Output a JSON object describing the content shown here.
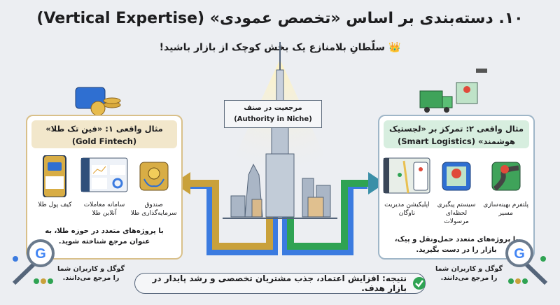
{
  "title": "۱۰. دسته‌بندی بر اساس «تخصص عمودی» (Vertical Expertise)",
  "subtitle": "سلّطانِ بلامنازع یک بخش کوچک از بازار باشید!",
  "subtitle_icon": "crown-icon",
  "center": {
    "label_fa": "مرجعیت در صنف",
    "label_en": "(Authority in Niche)"
  },
  "left_card": {
    "title_line1": "مثال واقعی ۱: «فین تک طلا»",
    "title_line2": "(Gold Fintech)",
    "items": [
      {
        "label": "صندوق سرمایه‌گذاری طلا",
        "icon": "hands-coin-icon"
      },
      {
        "label": "سامانه معاملات آنلاین طلا",
        "icon": "dashboard-icon"
      },
      {
        "label": "کیف پول طلا",
        "icon": "mobile-wallet-icon"
      }
    ],
    "footer": "با پروژه‌های متعدد در حوزه طلا، به عنوان مرجع شناخته شوید."
  },
  "right_card": {
    "title_line1": "مثال واقعی ۲: تمرکز بر «لجستیک",
    "title_line2": "هوشمند» (Smart Logistics)",
    "items": [
      {
        "label": "پلتفرم بهینه‌سازی مسیر",
        "icon": "road-pin-icon"
      },
      {
        "label": "سیستم پیگیری لحظه‌ای مرسولات",
        "icon": "map-pin-icon"
      },
      {
        "label": "اپلیکیشن مدیریت ناوگان",
        "icon": "fleet-app-icon"
      }
    ],
    "footer": "با پروژه‌های متعدد حمل‌ونقل و پیک، بازار را در دست بگیرید."
  },
  "google_note": "گوگل و کاربران شما را مرجع می‌دانند.",
  "result": "نتیجه: افزایش اعتماد، جذب مشتریان تخصصی و رشد پایدار در بازار هدف.",
  "colors": {
    "gold": "#c9a13b",
    "blue": "#3b7be0",
    "green": "#2fa353",
    "bg": "#eceef2"
  }
}
